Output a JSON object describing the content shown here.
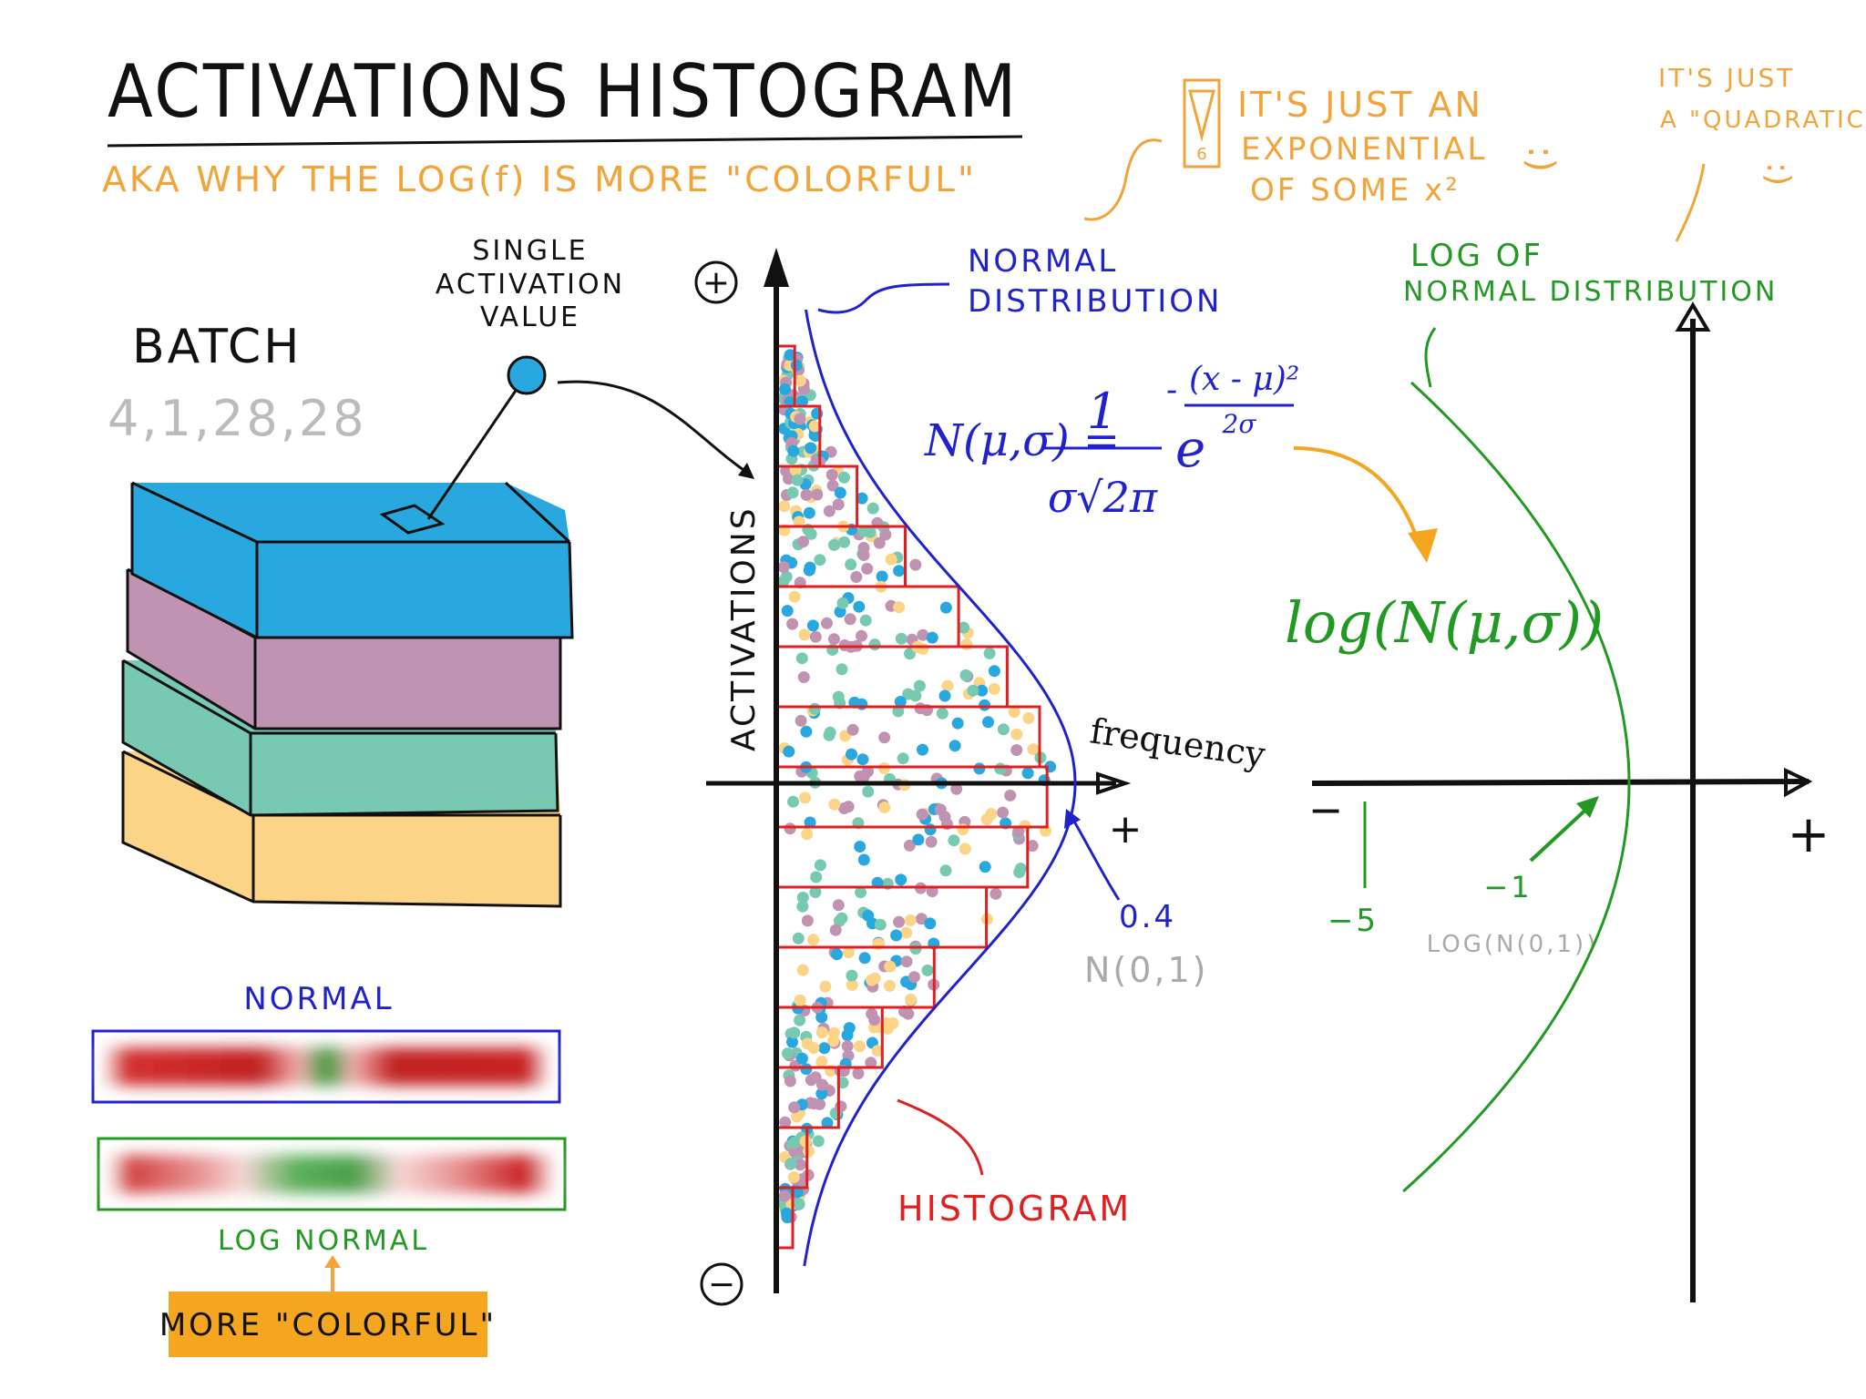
{
  "title": "ACTIVATIONS HISTOGRAM",
  "subtitle": "AKA WHY THE LOG(f) IS MORE \"COLORFUL\"",
  "batch": {
    "label": "BATCH",
    "shape": "4,1,28,28",
    "single_label_line1": "SINGLE",
    "single_label_line2": "ACTIVATION",
    "single_label_line3": "VALUE",
    "layer_colors": [
      "#29a8df",
      "#c193b3",
      "#77c9b1",
      "#fbd487"
    ]
  },
  "normal_bar": {
    "label": "NORMAL",
    "border_color": "#2222cc"
  },
  "log_normal_bar": {
    "label": "LOG NORMAL",
    "border_color": "#229922"
  },
  "more_colorful_label": "MORE \"COLORFUL\"",
  "histogram": {
    "axis_top_symbol": "+",
    "axis_bottom_symbol": "−",
    "y_label": "ACTIVATIONS",
    "x_label": "frequency",
    "x_plus": "+",
    "normal_label_line1": "NORMAL",
    "normal_label_line2": "DISTRIBUTION",
    "histogram_label": "HISTOGRAM",
    "peak_value": "0.4",
    "peak_label": "N(0,1)",
    "dot_colors": [
      "#c193b3",
      "#77c9b1",
      "#fbd487",
      "#29a8df"
    ],
    "bin_color": "#e02020",
    "curve_color": "#2222cc"
  },
  "formula": {
    "lhs": "N(μ,σ) =",
    "numerator": "1",
    "denominator": "σ√2π",
    "base": "e",
    "exp_sign": "-",
    "exp_numerator": "(x - μ)²",
    "exp_denominator": "2σ",
    "log_expr": "log(N(μ,σ))"
  },
  "note_exponential": {
    "line1": "IT'S JUST AN",
    "line2": "EXPONENTIAL",
    "line3": "OF SOME x²",
    "smiley": ":)",
    "box_text": "6"
  },
  "note_quadratic": {
    "line1": "IT'S JUST",
    "line2": "A \"QUADRATIC\"",
    "smiley": ":)"
  },
  "log_plot": {
    "label_line1": "LOG OF",
    "label_line2": "NORMAL DISTRIBUTION",
    "x_minus": "−",
    "x_plus": "+",
    "tick_minus5": "−5",
    "tick_minus1": "−1",
    "tick_label": "LOG(N(0,1))",
    "curve_color": "#229922"
  }
}
